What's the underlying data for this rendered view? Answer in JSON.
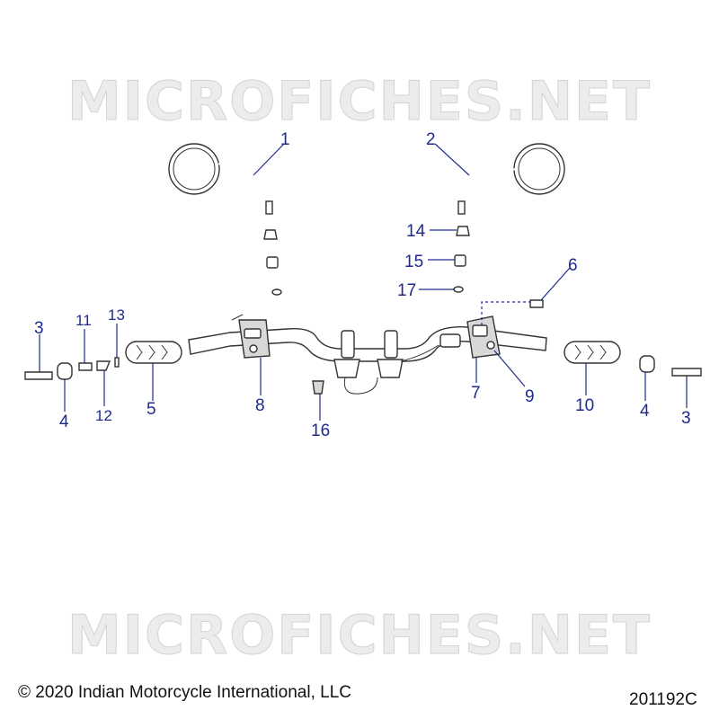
{
  "watermark": "MICROFICHES.NET",
  "copyright": "© 2020 Indian Motorcycle International, LLC",
  "diagram_number": "201192C",
  "callouts": [
    {
      "label": "1"
    },
    {
      "label": "2"
    },
    {
      "label": "14"
    },
    {
      "label": "15"
    },
    {
      "label": "17"
    },
    {
      "label": "6"
    },
    {
      "label": "3"
    },
    {
      "label": "11"
    },
    {
      "label": "13"
    },
    {
      "label": "4"
    },
    {
      "label": "12"
    },
    {
      "label": "5"
    },
    {
      "label": "8"
    },
    {
      "label": "16"
    },
    {
      "label": "7"
    },
    {
      "label": "9"
    },
    {
      "label": "10"
    },
    {
      "label": "4"
    },
    {
      "label": "3"
    }
  ],
  "colors": {
    "callout": "#1e2a8c",
    "line": "#333333"
  }
}
